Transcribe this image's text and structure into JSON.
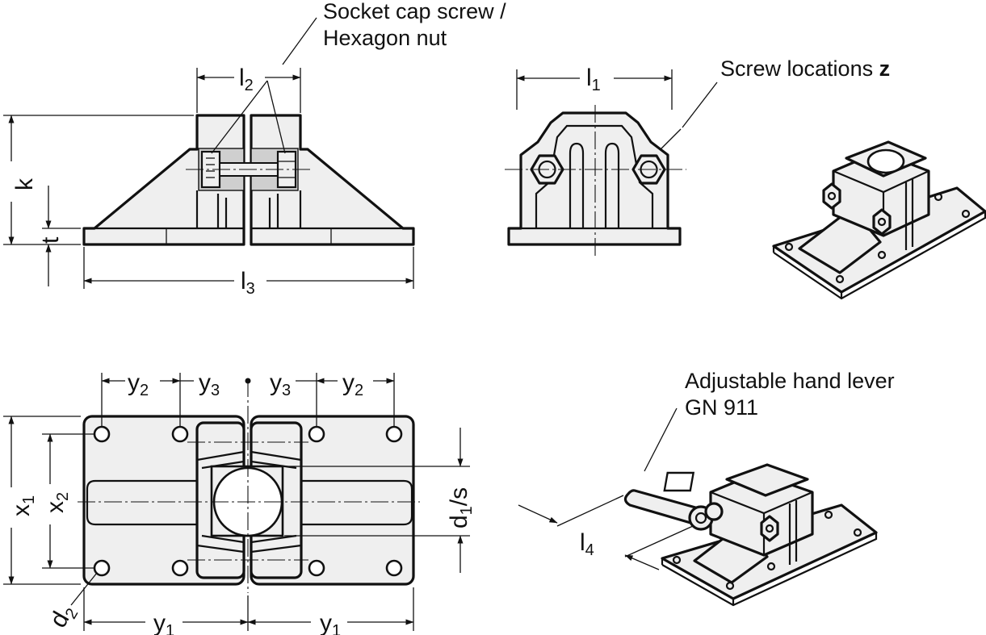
{
  "callouts": {
    "socket_cap_screw": "Socket cap screw /",
    "hexagon_nut": "Hexagon nut",
    "screw_locations": "Screw locations ",
    "screw_locations_var": "z",
    "hand_lever_line1": "Adjustable hand lever",
    "hand_lever_line2": "GN 911"
  },
  "dimensions": {
    "l": "l",
    "k": "k",
    "t": "t",
    "x": "x",
    "y": "y",
    "d": "d",
    "d1s_suffix": "/s",
    "sub_1": "1",
    "sub_2": "2",
    "sub_3": "3",
    "sub_4": "4"
  },
  "colors": {
    "line": "#111111",
    "fill": "#efefef",
    "background": "#ffffff"
  }
}
